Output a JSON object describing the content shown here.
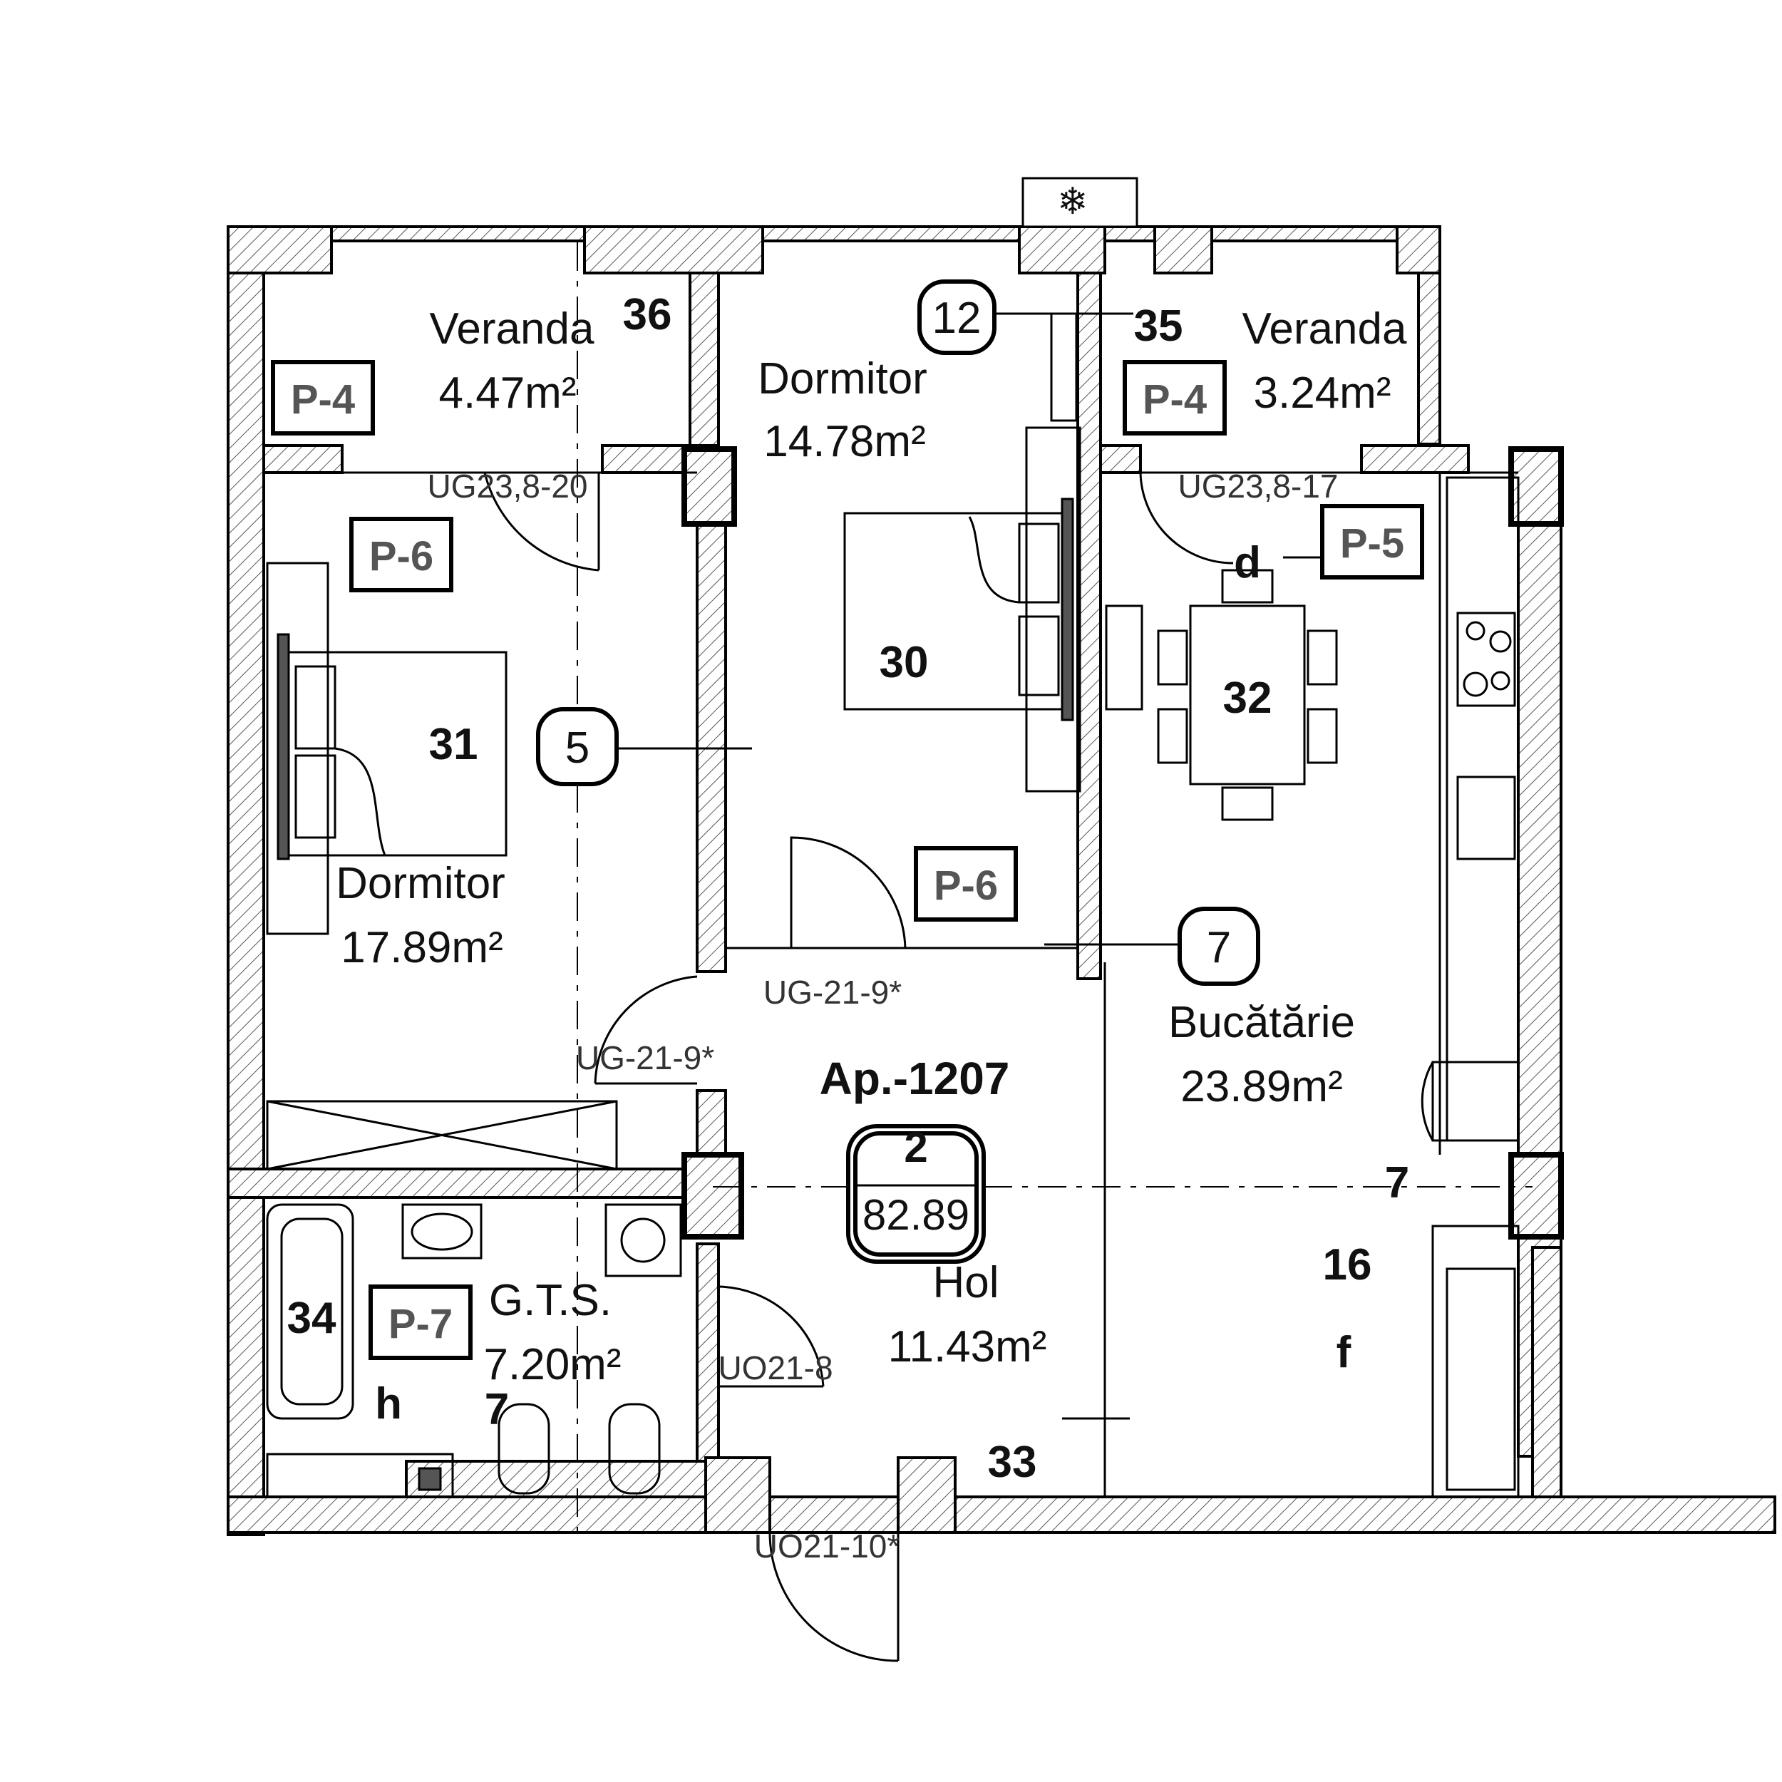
{
  "apartment": {
    "label": "Ap.-1207",
    "rooms": "2",
    "area": "82.89"
  },
  "rooms": {
    "veranda_left": {
      "name": "Veranda",
      "area": "4.47m²",
      "number": "36"
    },
    "veranda_right": {
      "name": "Veranda",
      "area": "3.24m²",
      "number": "35"
    },
    "dormitor_left": {
      "name": "Dormitor",
      "area": "17.89m²",
      "number": "31"
    },
    "dormitor_mid": {
      "name": "Dormitor",
      "area": "14.78m²",
      "number": "30"
    },
    "bucatarie": {
      "name": "Bucătărie",
      "area": "23.89m²",
      "number": "32"
    },
    "hol": {
      "name": "Hol",
      "area": "11.43m²",
      "number": "33"
    },
    "gts": {
      "name": "G.T.S.",
      "area": "7.20m²",
      "number": "34"
    }
  },
  "tags": {
    "p4_left": "P-4",
    "p4_right": "P-4",
    "p6_left": "P-6",
    "p6_mid": "P-6",
    "p5": "P-5",
    "p7": "P-7"
  },
  "door_codes": {
    "ug_left": "UG23,8-20",
    "ug_right": "UG23,8-17",
    "ug21_top": "UG-21-9*",
    "ug21_left": "UG-21-9*",
    "uo21_8": "UO21-8",
    "uo21_10": "UO21-10*"
  },
  "callouts": {
    "c12": "12",
    "c5": "5",
    "c7": "7"
  },
  "markers": {
    "d": "d",
    "f": "f",
    "h": "h",
    "n7_kitchen": "7",
    "n16": "16",
    "n7_bath": "7"
  }
}
